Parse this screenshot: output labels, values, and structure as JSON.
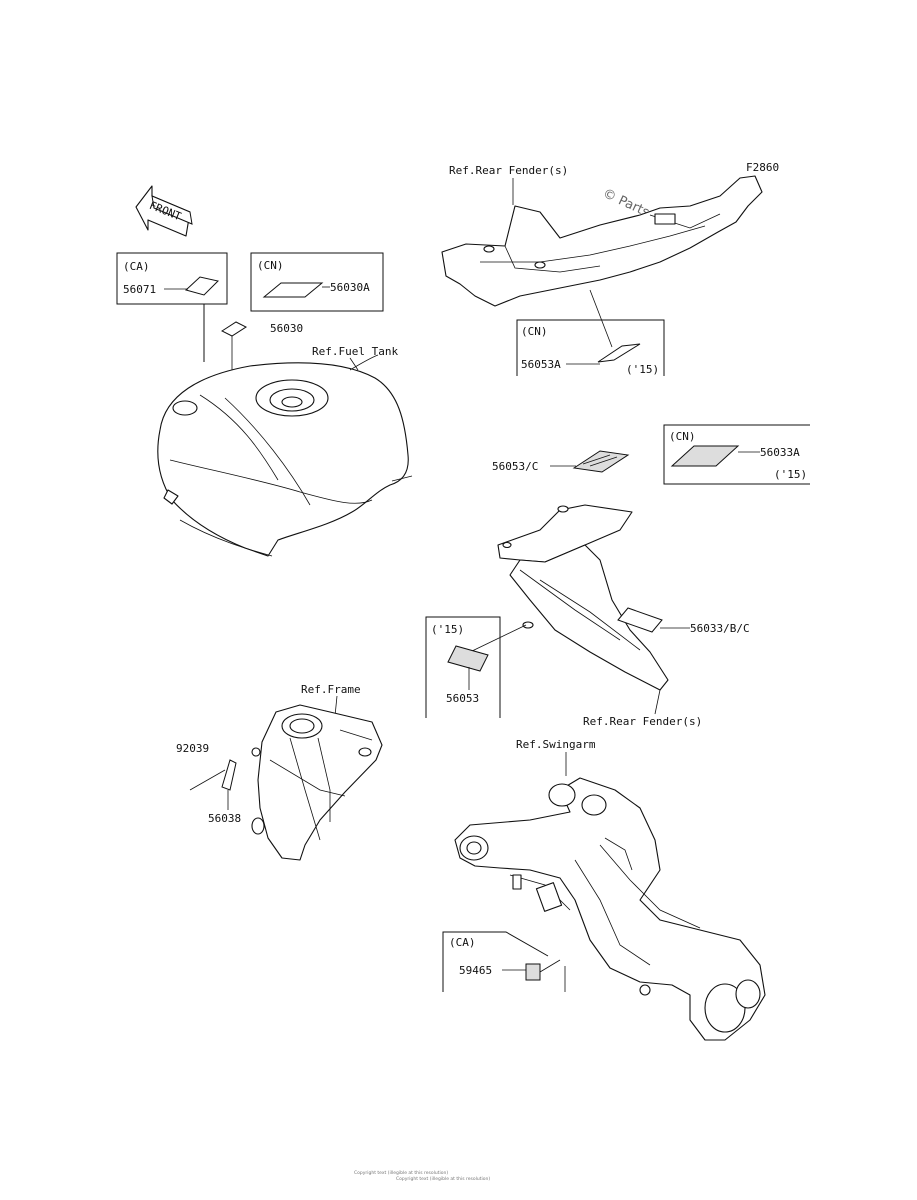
{
  "figure_code": "F2860",
  "watermark": "© Parts",
  "front_arrow_label": "FRONT",
  "copyright_line1": "Copyright text (illegible at this resolution)",
  "copyright_line2": "Copyright text (illegible at this resolution)",
  "references": {
    "rear_fender_top": "Ref.Rear Fender(s)",
    "fuel_tank": "Ref.Fuel Tank",
    "frame": "Ref.Frame",
    "rear_fender_mid": "Ref.Rear Fender(s)",
    "swingarm": "Ref.Swingarm"
  },
  "callouts": {
    "box_ca_56071": {
      "region": "(CA)",
      "part": "56071"
    },
    "box_cn_56030a": {
      "region": "(CN)",
      "part": "56030A"
    },
    "part_56030": "56030",
    "box_cn_56053a": {
      "region": "(CN)",
      "part": "56053A",
      "note": "('15)"
    },
    "part_56053c": "56053/C",
    "box_cn_56033a": {
      "region": "(CN)",
      "part": "56033A",
      "note": "('15)"
    },
    "part_56033": "56033/B/C",
    "box_15_56053": {
      "region": "('15)",
      "part": "56053"
    },
    "part_92039": "92039",
    "part_56038": "56038",
    "box_ca_59465": {
      "region": "(CA)",
      "part": "59465"
    }
  }
}
